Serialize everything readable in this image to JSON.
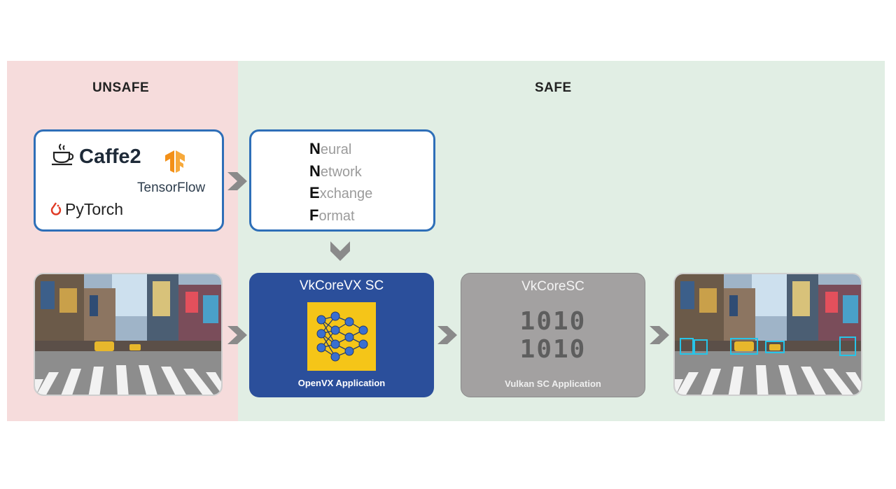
{
  "zones": {
    "unsafe_label": "UNSAFE",
    "safe_label": "SAFE"
  },
  "frameworks": {
    "caffe": "Caffe2",
    "tensorflow": "TensorFlow",
    "pytorch": "PyTorch"
  },
  "nnef": [
    {
      "initial": "N",
      "rest": "eural"
    },
    {
      "initial": "N",
      "rest": "etwork"
    },
    {
      "initial": "E",
      "rest": "xchange"
    },
    {
      "initial": "F",
      "rest": "ormat"
    }
  ],
  "vx_box": {
    "title": "VkCoreVX SC",
    "caption": "OpenVX Application"
  },
  "sc_box": {
    "title": "VkCoreSC",
    "binary_line1": "1010",
    "binary_line2": "1010",
    "caption": "Vulkan SC Application"
  },
  "colors": {
    "unsafe_zone": "#f6dcdc",
    "safe_zone": "#e1eee4",
    "box_border": "#2e6fb8",
    "vx_box": "#2b4f9b",
    "sc_box": "#a3a1a1",
    "arrow": "#8a8a8a",
    "nn_panel": "#f5c518",
    "detection_box": "#27c4e8"
  },
  "icons": [
    "coffee-cup-icon",
    "tensorflow-logo-icon",
    "pytorch-flame-icon",
    "neural-network-icon",
    "chevron-right-arrow-icon",
    "chevron-down-arrow-icon"
  ]
}
